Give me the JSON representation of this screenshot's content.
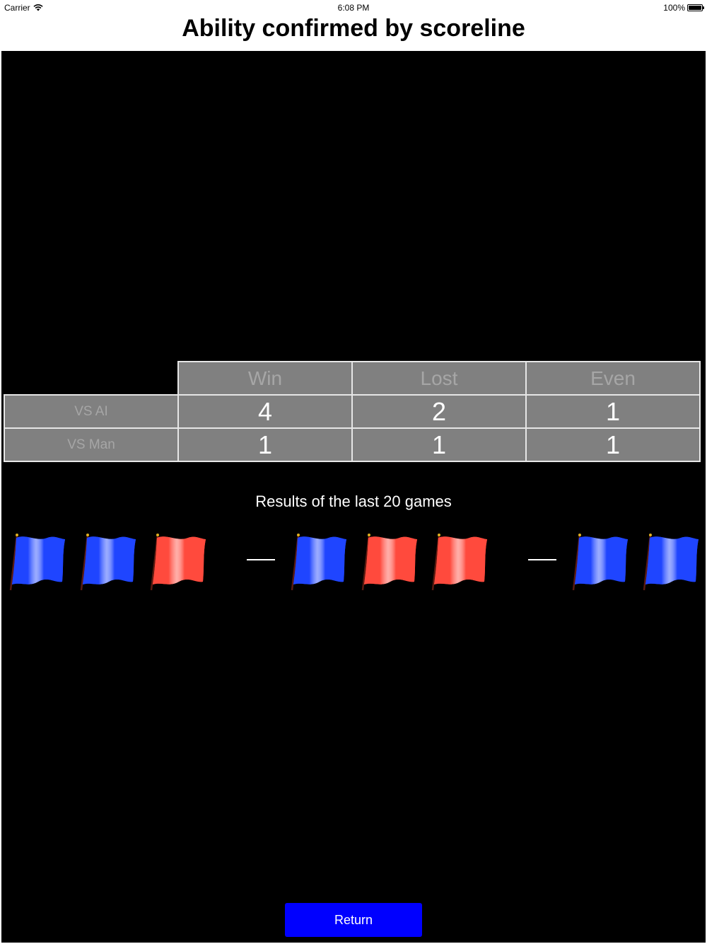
{
  "status_bar": {
    "carrier": "Carrier",
    "time": "6:08 PM",
    "battery": "100%"
  },
  "title": "Ability confirmed by scoreline",
  "score_table": {
    "columns": [
      "Win",
      "Lost",
      "Even"
    ],
    "rows": [
      {
        "label": "VS AI",
        "values": [
          "4",
          "2",
          "1"
        ]
      },
      {
        "label": "VS Man",
        "values": [
          "1",
          "1",
          "1"
        ]
      }
    ]
  },
  "results": {
    "label": "Results of the last 20 games",
    "items": [
      {
        "type": "flag",
        "color": "blue"
      },
      {
        "type": "flag",
        "color": "blue"
      },
      {
        "type": "flag",
        "color": "red"
      },
      {
        "type": "separator"
      },
      {
        "type": "flag",
        "color": "blue"
      },
      {
        "type": "flag",
        "color": "red"
      },
      {
        "type": "flag",
        "color": "red"
      },
      {
        "type": "separator"
      },
      {
        "type": "flag",
        "color": "blue"
      },
      {
        "type": "flag",
        "color": "blue"
      }
    ]
  },
  "return_button": {
    "label": "Return"
  },
  "colors": {
    "blue_flag": "#1f45ff",
    "red_flag": "#ff4a3d",
    "button": "#0000ff",
    "table_cell": "#808080"
  }
}
